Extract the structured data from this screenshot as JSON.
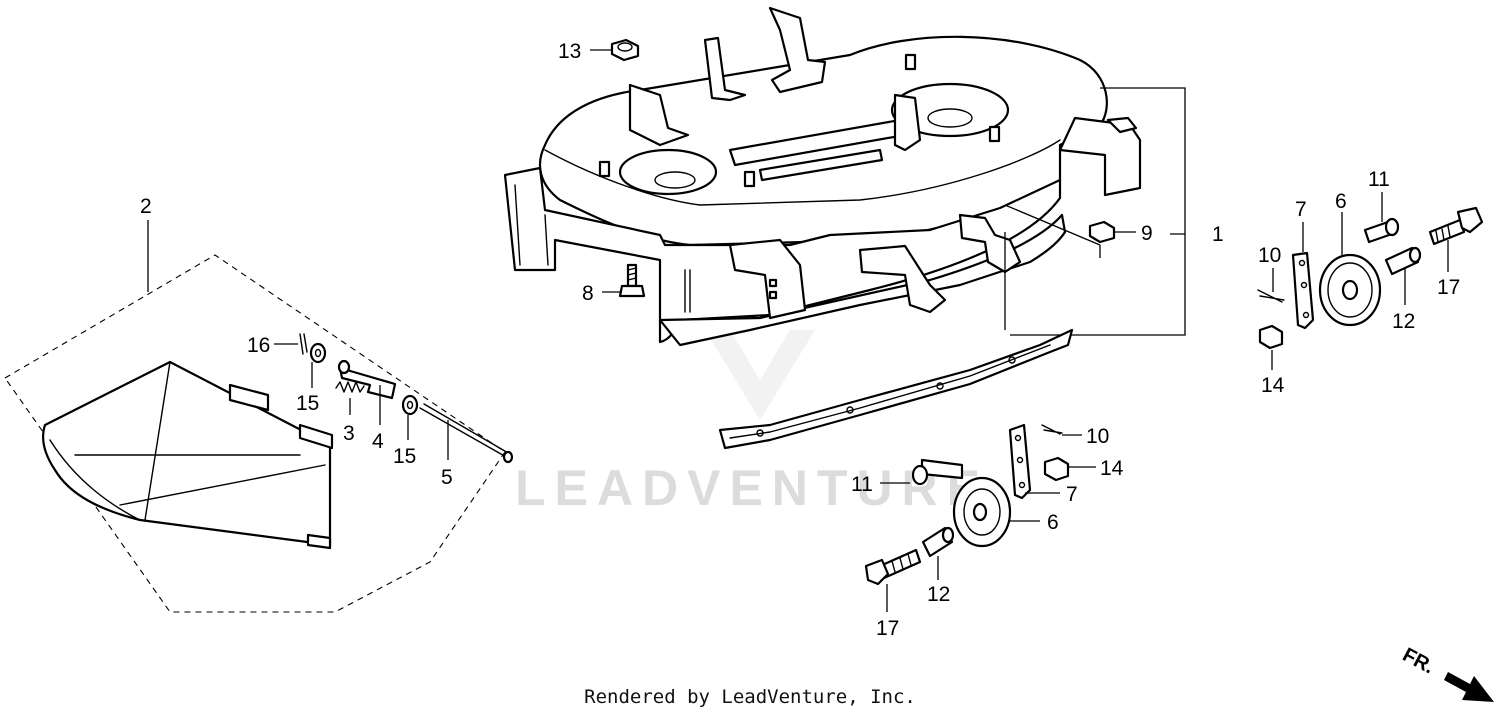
{
  "watermark": "LEADVENTURE",
  "footer": "Rendered by LeadVenture, Inc.",
  "front_indicator": "FR.",
  "callouts": {
    "deck": "1",
    "discharge_chute": "2",
    "spring": "3",
    "chute_bracket": "4",
    "chute_rod": "5",
    "roller_right": "6",
    "roller_front": "6",
    "roller_bracket_right": "7",
    "roller_bracket_front": "7",
    "deck_bolt": "8",
    "deck_nut": "9",
    "pin_right": "10",
    "pin_front": "10",
    "collar_bolt_right": "11",
    "collar_bolt_front": "11",
    "spacer_right": "12",
    "spacer_front": "12",
    "flange_nut": "13",
    "nut_right": "14",
    "nut_front": "14",
    "washer_upper": "15",
    "washer_lower": "15",
    "cotter_pin": "16",
    "flange_bolt_right": "17",
    "flange_bolt_front": "17"
  }
}
